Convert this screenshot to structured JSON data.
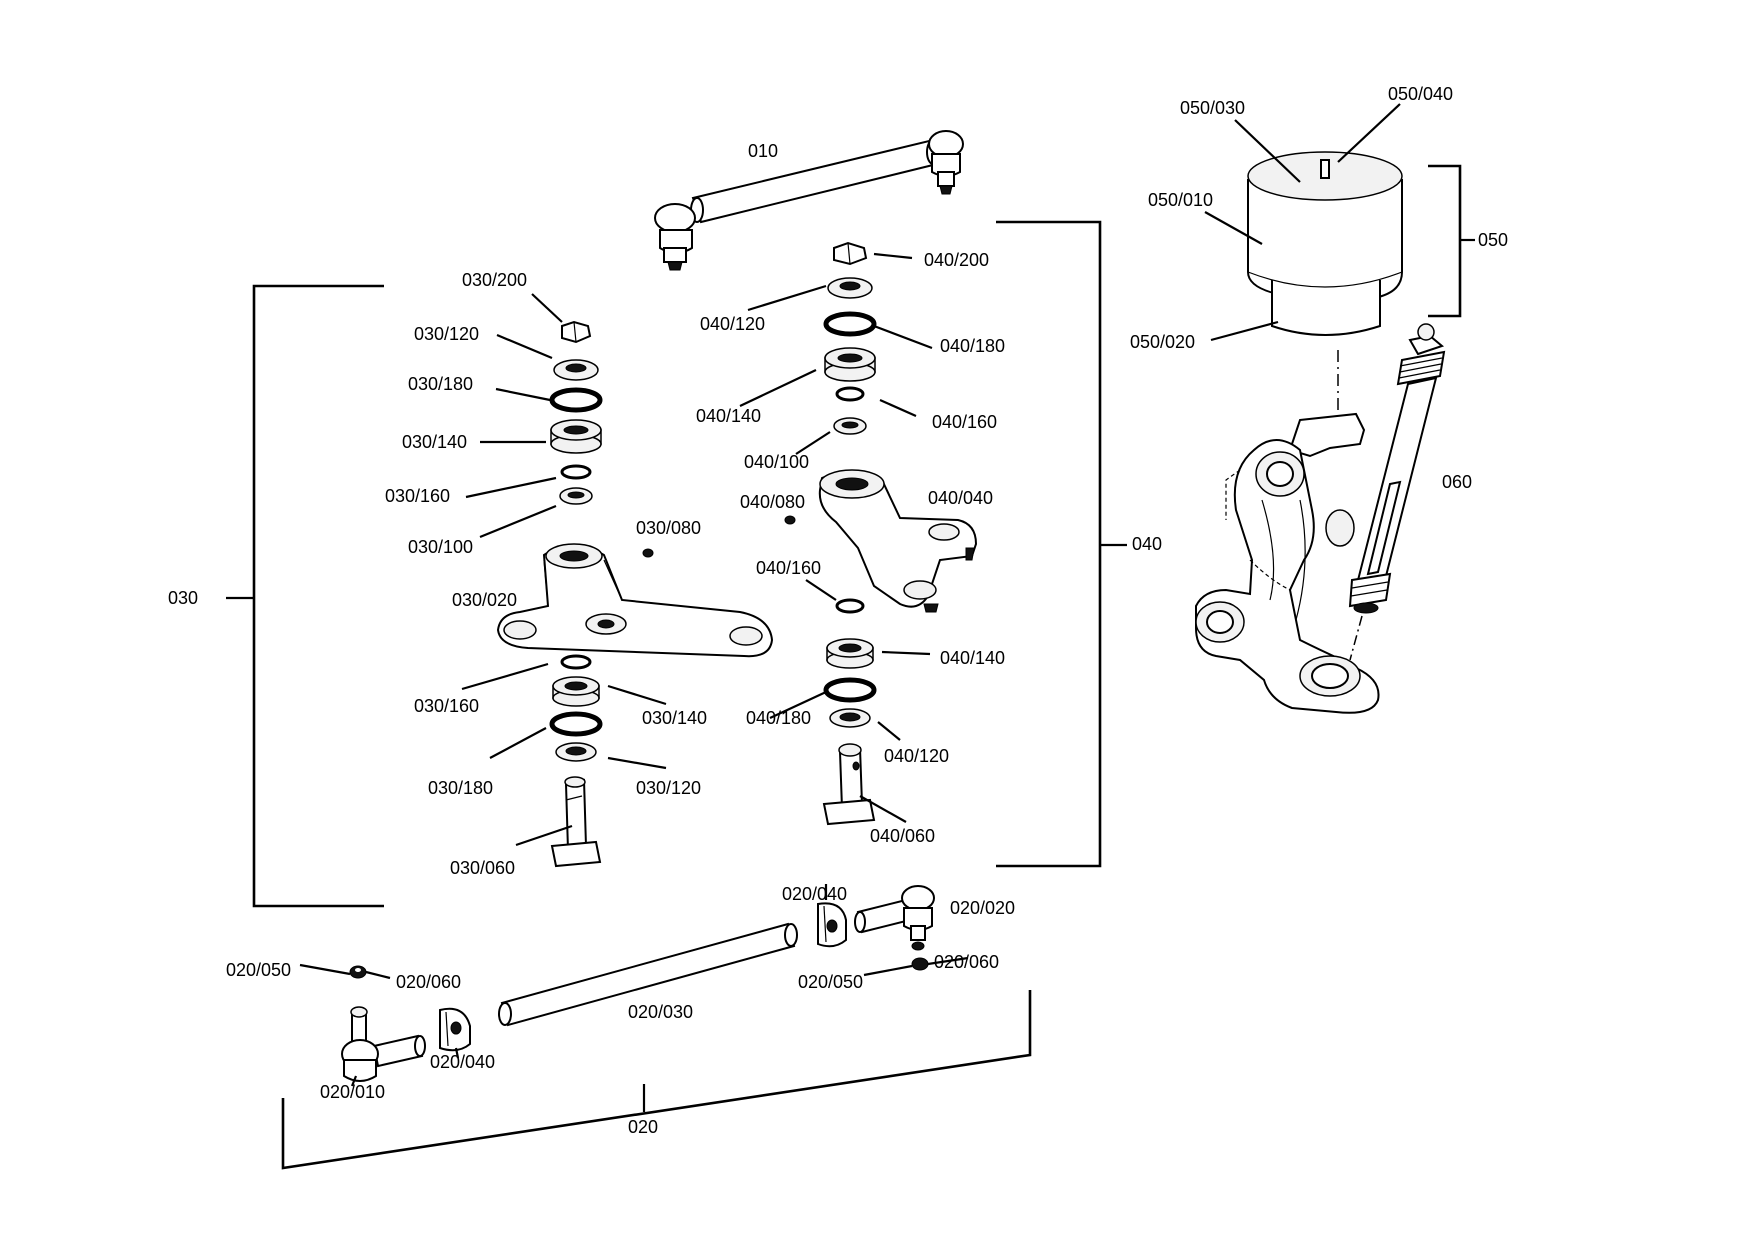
{
  "labels": {
    "l010": "010",
    "l020": "020",
    "l030": "030",
    "l040": "040",
    "l050": "050",
    "l060": "060",
    "l050_030": "050/030",
    "l050_040": "050/040",
    "l050_010": "050/010",
    "l050_020": "050/020",
    "l030_200": "030/200",
    "l030_120a": "030/120",
    "l030_180a": "030/180",
    "l030_140a": "030/140",
    "l030_160a": "030/160",
    "l030_100": "030/100",
    "l030_080": "030/080",
    "l030_020": "030/020",
    "l030_160b": "030/160",
    "l030_140b": "030/140",
    "l030_180b": "030/180",
    "l030_120b": "030/120",
    "l030_060": "030/060",
    "l040_200": "040/200",
    "l040_120a": "040/120",
    "l040_180a": "040/180",
    "l040_140a": "040/140",
    "l040_160a": "040/160",
    "l040_100": "040/100",
    "l040_080": "040/080",
    "l040_040": "040/040",
    "l040_160b": "040/160",
    "l040_140b": "040/140",
    "l040_180b": "040/180",
    "l040_120b": "040/120",
    "l040_060": "040/060",
    "l020_040a": "020/040",
    "l020_020": "020/020",
    "l020_060a": "020/060",
    "l020_050a": "020/050",
    "l020_050b": "020/050",
    "l020_060b": "020/060",
    "l020_030": "020/030",
    "l020_040b": "020/040",
    "l020_010": "020/010"
  }
}
